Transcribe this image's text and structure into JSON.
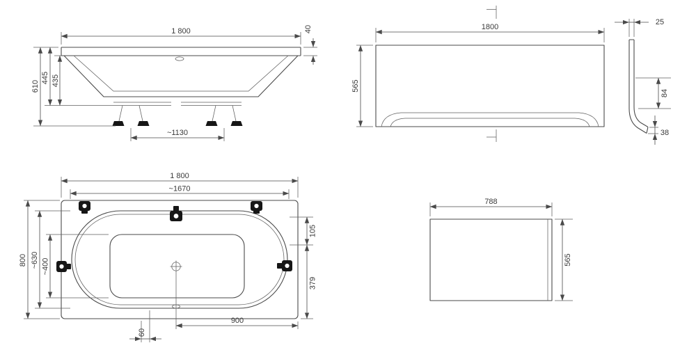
{
  "colors": {
    "line": "#4a4a4a",
    "text": "#3a3a3a",
    "black_fill": "#161616",
    "background": "#ffffff"
  },
  "views": {
    "side_elevation": {
      "dims": {
        "length": "1 800",
        "rim_height": "40",
        "total_height": "610",
        "body_height": "445",
        "inner_depth": "435",
        "feet_span": "~1130"
      }
    },
    "front_panel": {
      "dims": {
        "length": "1800",
        "height": "565",
        "thickness": "25",
        "side_height": "84",
        "foot_depth": "38"
      }
    },
    "plan": {
      "dims": {
        "length": "1 800",
        "inner_length": "~1670",
        "width": "800",
        "inner_width": "~630",
        "bottom_width": "~400",
        "top_offset": "105",
        "bottom_offset": "379",
        "half_length": "900",
        "overflow_offset": "60"
      }
    },
    "side_panel": {
      "dims": {
        "width": "788",
        "height": "565"
      }
    }
  }
}
